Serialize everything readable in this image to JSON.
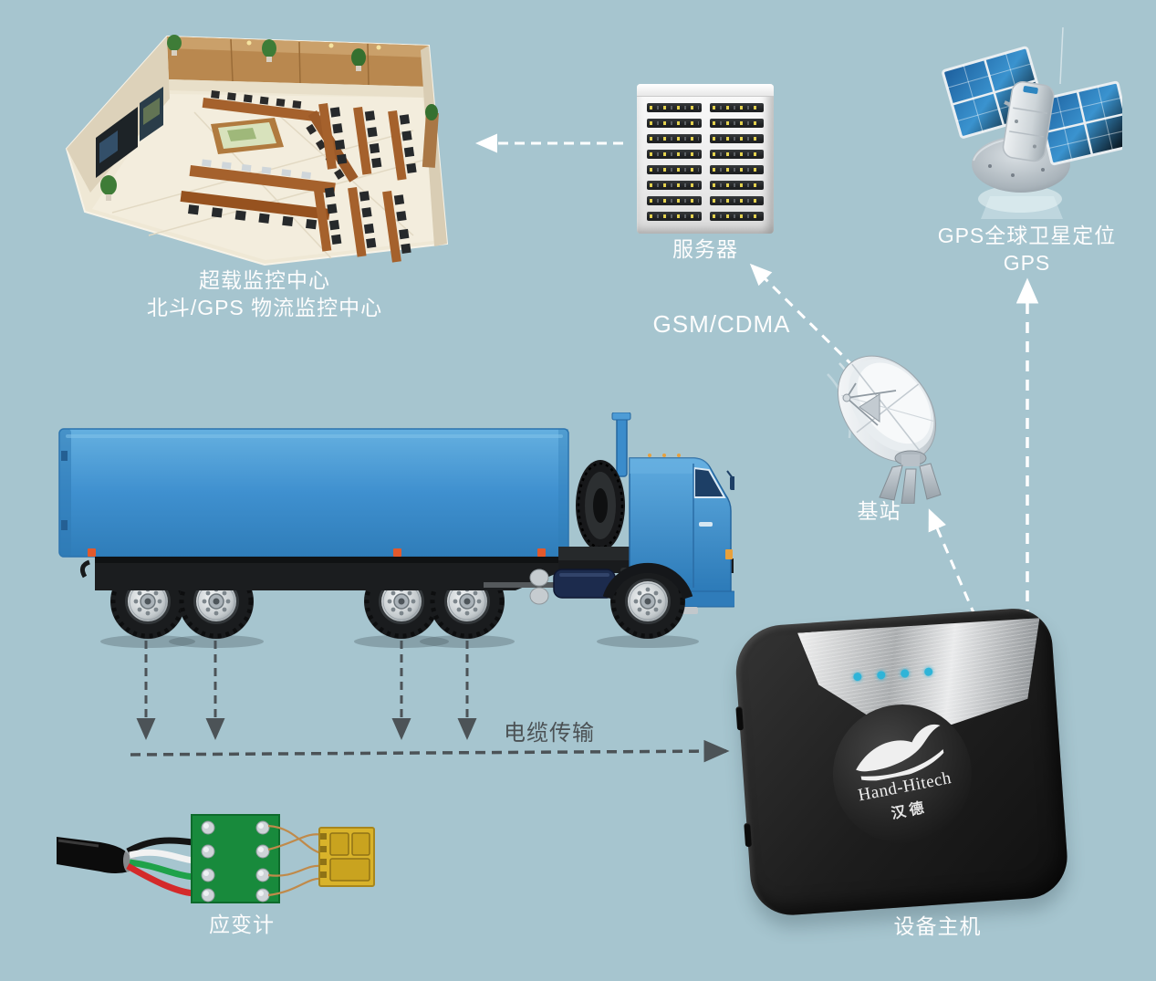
{
  "diagram_title": "truck-overload-gps-monitoring-system",
  "monitoring_center": {
    "label_line1": "超载监控中心",
    "label_line2": "北斗/GPS 物流监控中心"
  },
  "server": {
    "label": "服务器"
  },
  "gps_satellite": {
    "label_line1": "GPS全球卫星定位",
    "label_line2": "GPS"
  },
  "base_station": {
    "label": "基站"
  },
  "links": {
    "gsm_cdma_label": "GSM/CDMA",
    "cable_label": "电缆传输"
  },
  "strain_gauge": {
    "label": "应变计"
  },
  "device": {
    "label": "设备主机",
    "logo_title": "Hand-Hitech",
    "logo_subtitle": "汉德",
    "led_count": 4
  },
  "colors": {
    "background": "#a6c5cf",
    "white_arrow": "#ffffff",
    "dark_arrow": "#4c5357",
    "truck_blue": "#3f90cf",
    "device_black": "#1d1d1d",
    "led_blue": "#2fb4d8",
    "server_led_yellow": "#e3d14e",
    "pcb_green": "#188a3c",
    "gauge_yellow": "#d9b32a"
  }
}
